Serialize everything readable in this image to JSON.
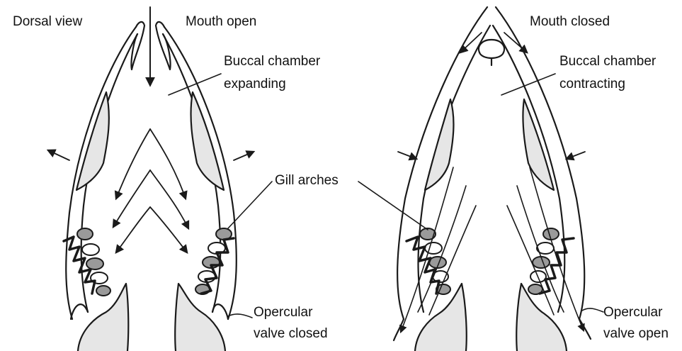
{
  "labels": {
    "dorsal_view": "Dorsal view",
    "mouth_open": "Mouth open",
    "mouth_closed": "Mouth closed",
    "buccal_expanding_1": "Buccal chamber",
    "buccal_expanding_2": "expanding",
    "buccal_contracting_1": "Buccal chamber",
    "buccal_contracting_2": "contracting",
    "gill_arches": "Gill arches",
    "opercular_closed_1": "Opercular",
    "opercular_closed_2": "valve closed",
    "opercular_open_1": "Opercular",
    "opercular_open_2": "valve open"
  },
  "colors": {
    "outline": "#1a1a1a",
    "fill_gray": "#e6e6e6",
    "gill_gray": "#9a9a9a",
    "background": "#ffffff"
  }
}
